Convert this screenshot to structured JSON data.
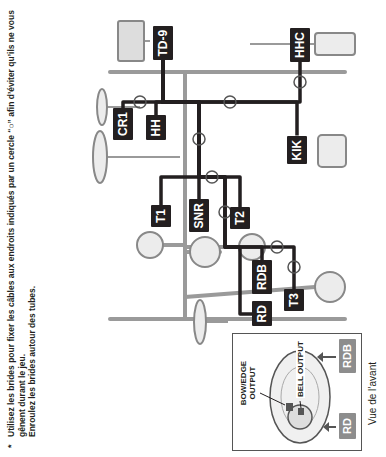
{
  "diagram": {
    "nodes": [
      {
        "text": [
          "CR1"
        ]
      },
      {
        "text": [
          "HH"
        ]
      },
      {
        "text": [
          "T1"
        ]
      },
      {
        "text": [
          "TD-9"
        ]
      },
      {
        "text": [
          "SNR"
        ]
      },
      {
        "text": [
          "T2"
        ]
      },
      {
        "text": [
          "RD"
        ]
      },
      {
        "text": [
          "RDB"
        ]
      },
      {
        "text": [
          "T3"
        ]
      },
      {
        "text": [
          "KIK"
        ]
      },
      {
        "text": [
          "HHC"
        ]
      },
      {
        "text": [
          "BOW/EDGE OUTPUT",
          "BELL OUTPUT"
        ]
      },
      {
        "text": [
          "RD"
        ],
        "in": 11
      },
      {
        "text": [
          "RDB"
        ],
        "in": 11
      }
    ],
    "edges": [
      {
        "from": 0,
        "to": 3,
        "arrow": "none"
      },
      {
        "from": 1,
        "to": 3,
        "arrow": "none"
      },
      {
        "from": 2,
        "to": 3,
        "arrow": "none"
      },
      {
        "from": 4,
        "to": 3,
        "arrow": "none"
      },
      {
        "from": 5,
        "to": 3,
        "arrow": "none"
      },
      {
        "from": 6,
        "to": 3,
        "arrow": "none"
      },
      {
        "from": 7,
        "to": 3,
        "arrow": "none"
      },
      {
        "from": 8,
        "to": 3,
        "arrow": "none"
      },
      {
        "from": 9,
        "to": 3,
        "arrow": "none"
      },
      {
        "from": 10,
        "to": 3,
        "arrow": "none"
      }
    ],
    "labels": [
      "*",
      "Utilisez les brides pour fixer les câbles aux endroits indiqués par un cercle “○” afin d’éviter qu’ils ne vous gênent durant le jeu.",
      "Enroulez les brides autour des tubes.",
      "Vue de l’avant"
    ]
  }
}
